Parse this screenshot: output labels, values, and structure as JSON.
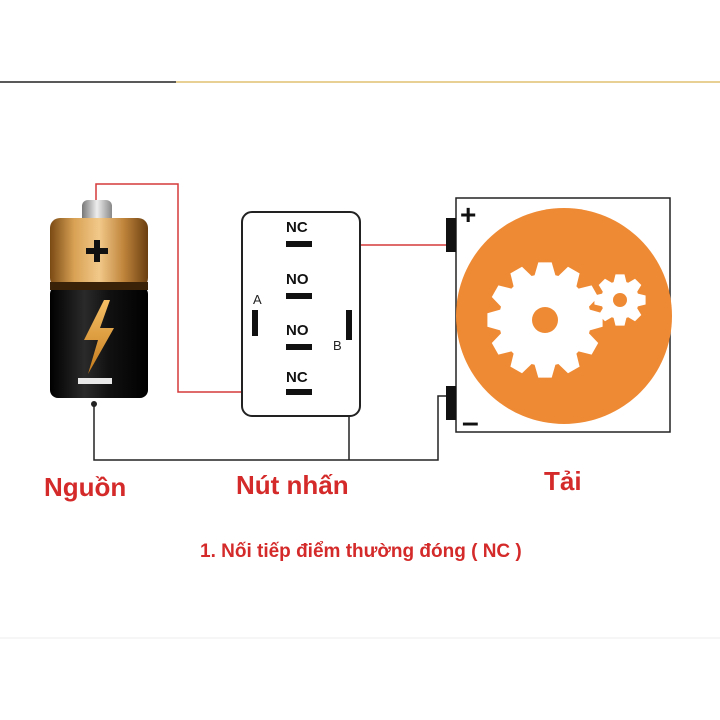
{
  "colors": {
    "caption_red": "#d42a2a",
    "wire_red": "#d63a3a",
    "wire_black": "#222222",
    "load_orange": "#ef8a34",
    "battery_gold": "#c98a3a",
    "battery_black": "#111111",
    "top_rule_gold": "#e0c070",
    "top_rule_dark": "#222222"
  },
  "battery": {
    "label": "Nguồn",
    "plus_icon": "plus-sign-icon",
    "bolt_icon": "lightning-bolt-icon"
  },
  "switch": {
    "label": "Nút nhấn",
    "contacts": [
      "NC",
      "NO",
      "NO",
      "NC"
    ],
    "arm_a": "A",
    "arm_b": "B"
  },
  "load": {
    "label": "Tải",
    "plus_terminal": "+",
    "minus_terminal": "–",
    "gear_icon": "gear-icon"
  },
  "caption": "1. Nối tiếp điểm thường đóng ( NC )"
}
